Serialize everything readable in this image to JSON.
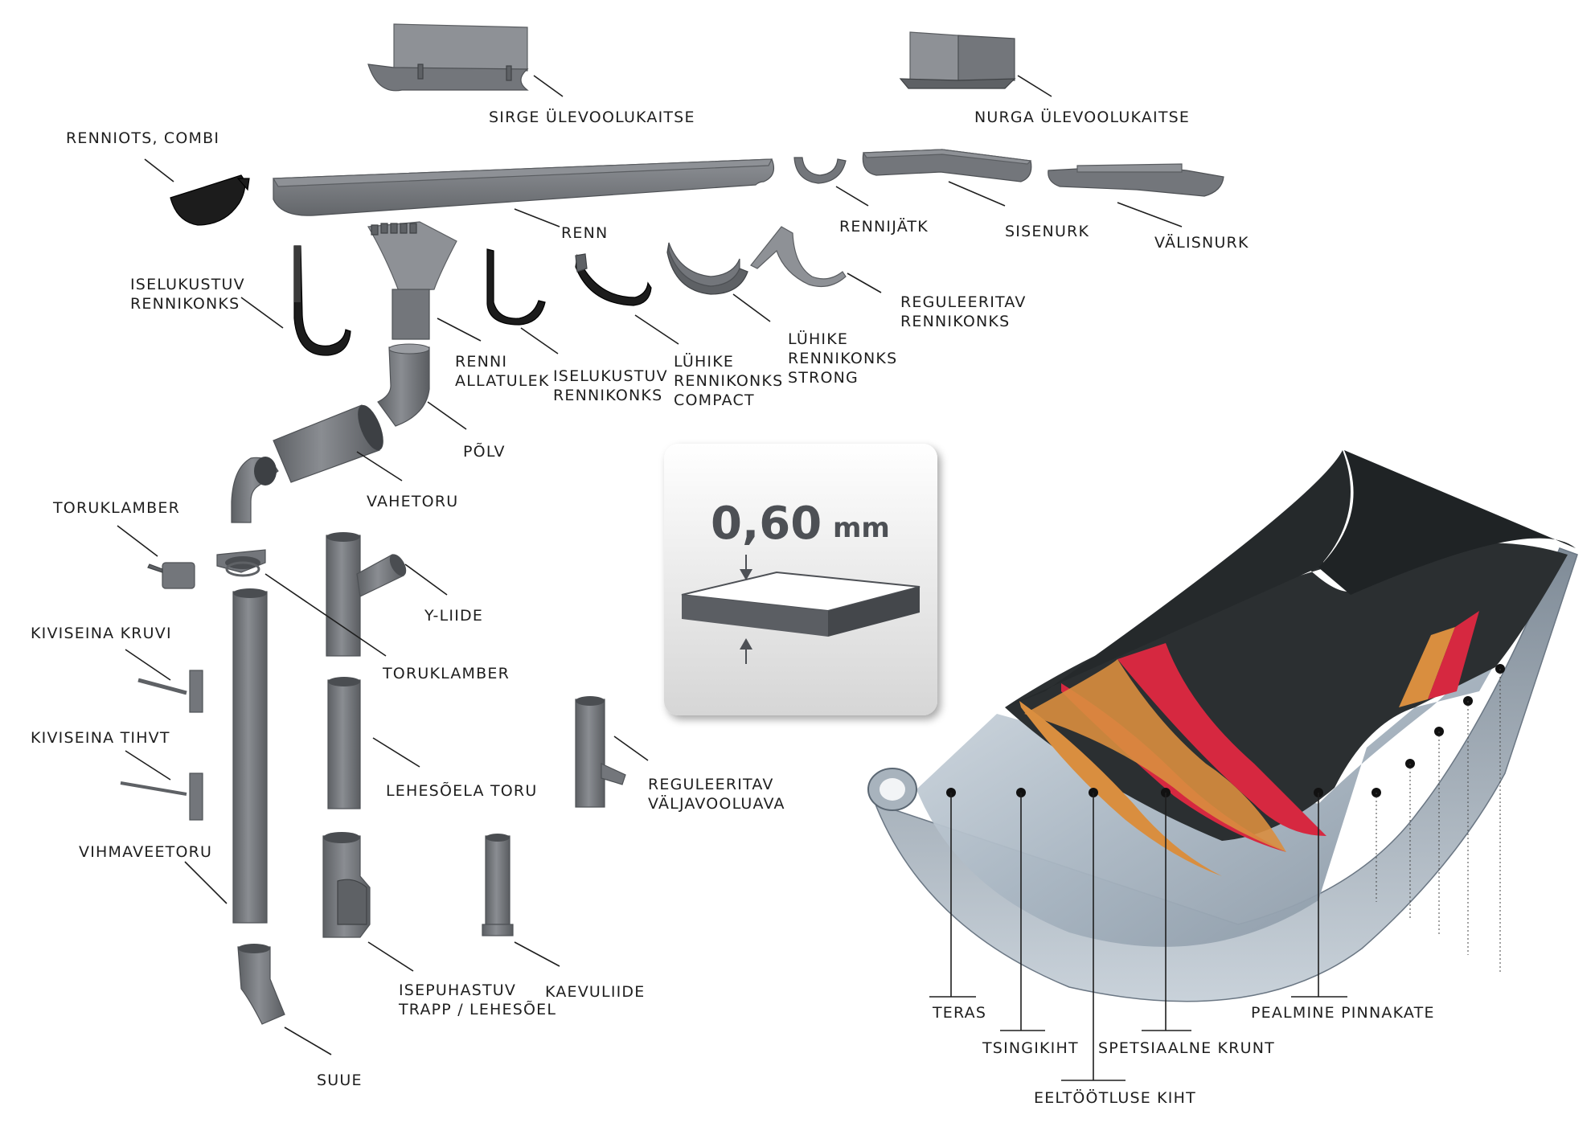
{
  "parts": {
    "sirge_ulevoolukaitse": "SIRGE ÜLEVOOLUKAITSE",
    "nurga_ulevoolukaitse": "NURGA ÜLEVOOLUKAITSE",
    "renniots_combi": "RENNIOTS, COMBI",
    "renn": "RENN",
    "rennijatk": "RENNIJÄTK",
    "sisenurk": "SISENURK",
    "valisnurk": "VÄLISNURK",
    "iselukustuv_rennikonks_1": [
      "ISELUKUSTUV",
      "RENNIKONKS"
    ],
    "renni_allatulek": [
      "RENNI",
      "ALLATULEK"
    ],
    "iselukustuv_rennikonks_2": [
      "ISELUKUSTUV",
      "RENNIKONKS"
    ],
    "luhike_rennikonks_compact": [
      "LÜHIKE",
      "RENNIKONKS",
      "COMPACT"
    ],
    "luhike_rennikonks_strong": [
      "LÜHIKE",
      "RENNIKONKS",
      "STRONG"
    ],
    "reguleeritav_rennikonks": [
      "REGULEERITAV",
      "RENNIKONKS"
    ],
    "polv": "PÕLV",
    "vahetoru": "VAHETORU",
    "toruklamber_1": "TORUKLAMBER",
    "toruklamber_2": "TORUKLAMBER",
    "y_liide": "Y-LIIDE",
    "kiviseina_kruvi": "KIVISEINA KRUVI",
    "kiviseina_tihvt": "KIVISEINA TIHVT",
    "vihmaveetoru": "VIHMAVEETORU",
    "lehesoela_toru": "LEHESÕELA TORU",
    "reguleeritav_valjavooluava": [
      "REGULEERITAV",
      "VÄLJAVOOLUAVA"
    ],
    "isepuhastuv_trapp": [
      "ISEPUHASTUV",
      "TRAPP / LEHESÕEL"
    ],
    "kaevuliide": "KAEVULIIDE",
    "suue": "SUUE"
  },
  "thickness": {
    "value": "0,60",
    "unit": "mm"
  },
  "layers": {
    "teras": "TERAS",
    "tsingikiht": "TSINGIKIHT",
    "eeltootluse_kiht": "EELTÖÖTLUSE KIHT",
    "spetsiaalne_krunt": "SPETSIAALNE KRUNT",
    "pealmine_pinnakate": "PEALMINE PINNAKATE"
  },
  "colors": {
    "metal": "#73767b",
    "top_coat": "#2b2f31",
    "primer": "#d62840",
    "pretreatment": "#d98e3f",
    "zinc": "#b9c4cd",
    "steel": "#9ba9b6"
  }
}
